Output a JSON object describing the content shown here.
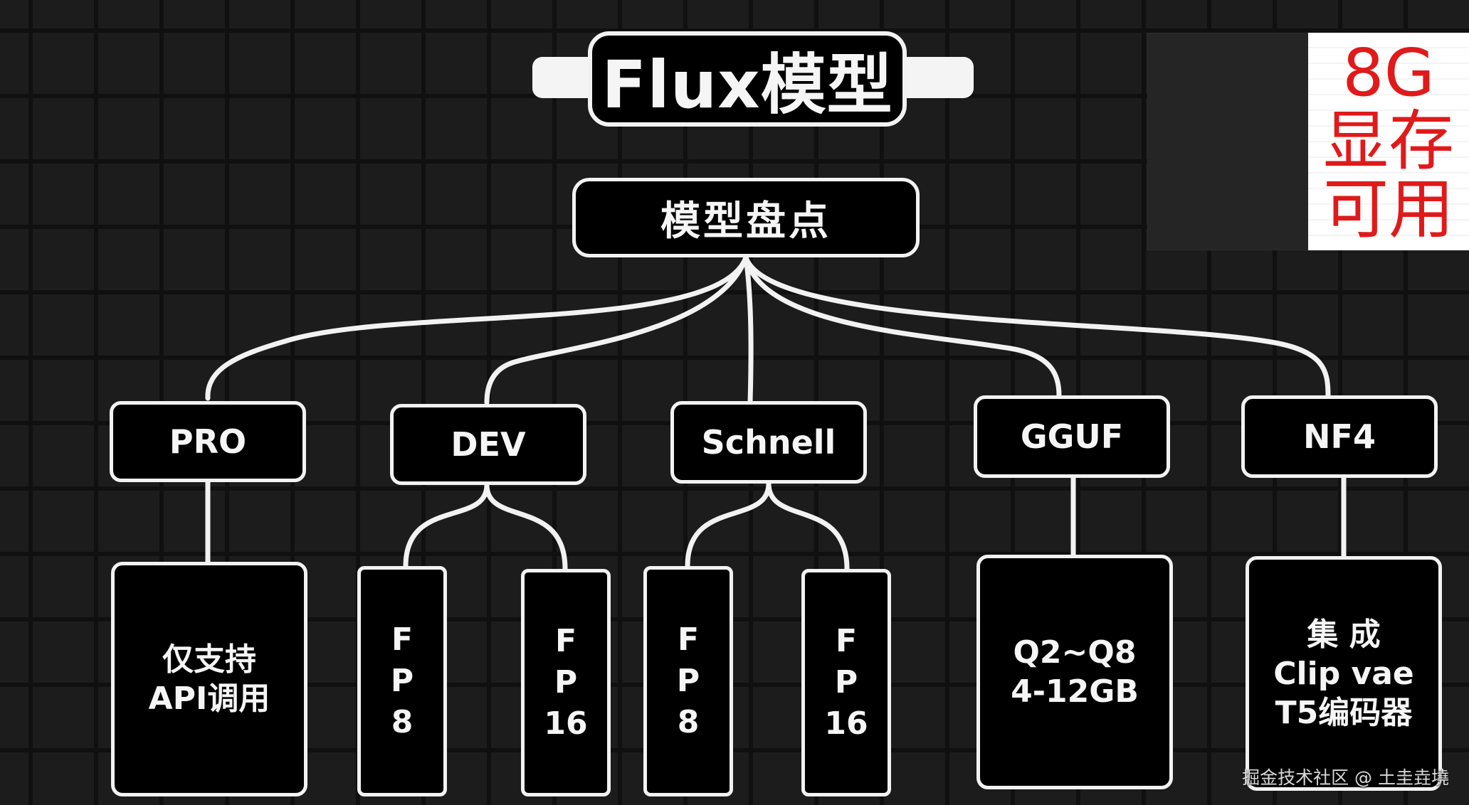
{
  "title": "Flux模型",
  "subtitle": "模型盘点",
  "categories": [
    {
      "label": "PRO"
    },
    {
      "label": "DEV"
    },
    {
      "label": "Schnell"
    },
    {
      "label": "GGUF"
    },
    {
      "label": "NF4"
    }
  ],
  "leaves": {
    "pro": "仅支持\nAPI调用",
    "dev_fp8": "F\nP\n8",
    "dev_fp16": "F\nP\n16",
    "schnell_fp8": "F\nP\n8",
    "schnell_fp16": "F\nP\n16",
    "gguf": "Q2~Q8\n4-12GB",
    "nf4": "集 成\nClip vae\nT5编码器"
  },
  "corner_note": {
    "line1": "8G",
    "line2": "显存",
    "line3": "可用"
  },
  "watermark": "掘金技术社区 @ 土圭垚墝",
  "colors": {
    "background": "#1c1c1c",
    "box_border": "#f2f2f2",
    "box_fill": "#000000",
    "note_text": "#e01a1a"
  }
}
